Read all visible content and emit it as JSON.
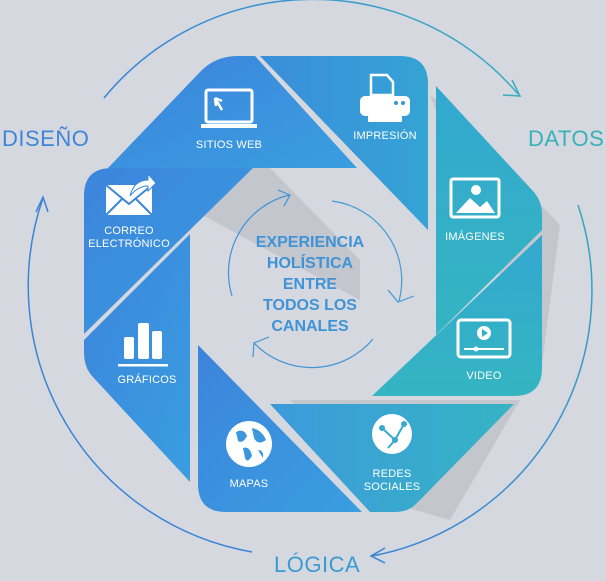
{
  "outer_labels": {
    "design": "DISEÑO",
    "data": "DATOS",
    "logic": "LÓGICA"
  },
  "center": {
    "lines": [
      "EXPERIENCIA",
      "HOLÍSTICA",
      "ENTRE",
      "TODOS LOS",
      "CANALES"
    ]
  },
  "segments": [
    {
      "id": "websites",
      "label": "SITIOS WEB",
      "icon": "laptop-cursor-icon"
    },
    {
      "id": "print",
      "label": "IMPRESIÓN",
      "icon": "printer-icon"
    },
    {
      "id": "images",
      "label": "IMÁGENES",
      "icon": "image-icon"
    },
    {
      "id": "video",
      "label": "VIDEO",
      "icon": "video-player-icon"
    },
    {
      "id": "social",
      "label_lines": [
        "REDES",
        "SOCIALES"
      ],
      "icon": "network-globe-icon"
    },
    {
      "id": "maps",
      "label": "MAPAS",
      "icon": "globe-icon"
    },
    {
      "id": "charts",
      "label": "GRÁFICOS",
      "icon": "bar-chart-icon"
    },
    {
      "id": "email",
      "label_lines": [
        "CORREO",
        "ELECTRÓNICO"
      ],
      "icon": "envelope-send-icon"
    }
  ],
  "colors": {
    "background": "#d6d8df",
    "blue": "#3b86d9",
    "teal": "#34b3c3",
    "design_label": "#3f86d8",
    "data_label": "#3ab0b8",
    "logic_label": "#3a9bd2"
  }
}
